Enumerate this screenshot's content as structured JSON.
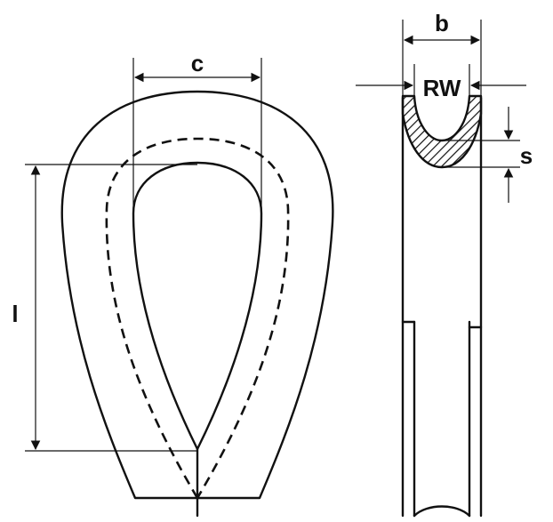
{
  "diagram": {
    "labels": {
      "c": "c",
      "l": "l",
      "b": "b",
      "rw": "RW",
      "s": "s"
    },
    "colors": {
      "line": "#111111",
      "background": "#ffffff"
    }
  }
}
